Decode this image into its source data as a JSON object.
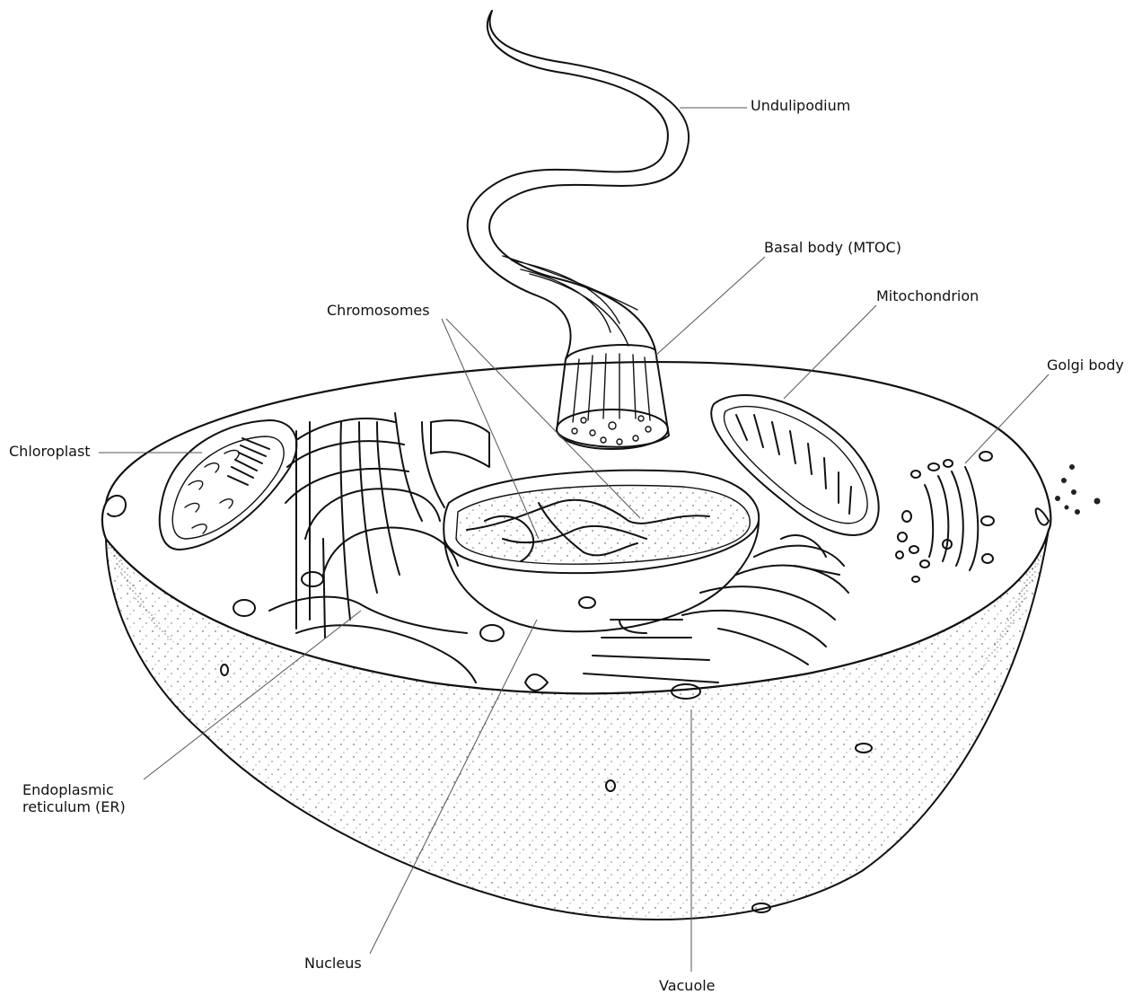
{
  "labels": {
    "undulipodium": "Undulipodium",
    "basal_body": "Basal body (MTOC)",
    "mitochondrion": "Mitochondrion",
    "chromosomes": "Chromosomes",
    "golgi": "Golgi body",
    "chloroplast": "Chloroplast",
    "er_line1": "Endoplasmic",
    "er_line2": "reticulum (ER)",
    "nucleus": "Nucleus",
    "vacuole": "Vacuole"
  }
}
